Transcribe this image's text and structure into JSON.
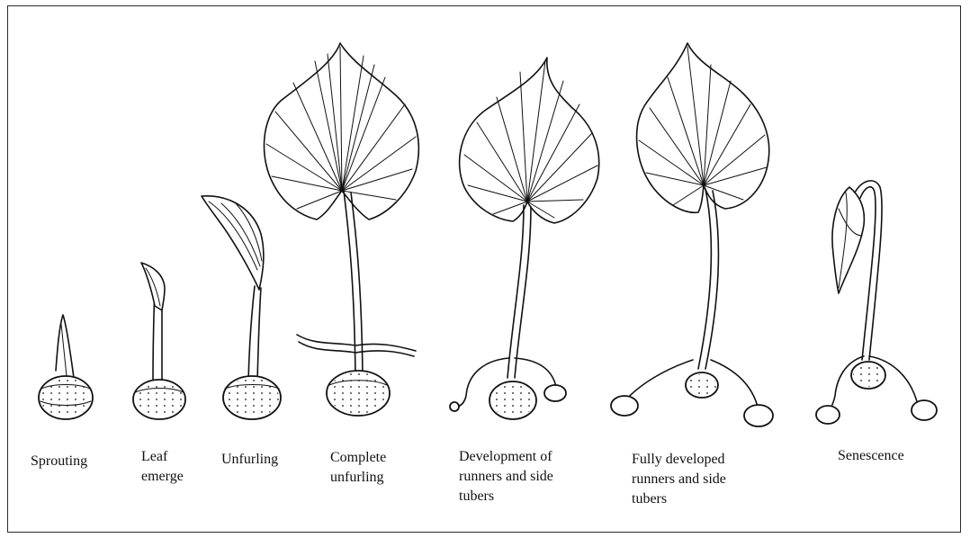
{
  "figure": {
    "stages": [
      {
        "id": "sprouting",
        "label": "Sprouting"
      },
      {
        "id": "leaf-emerge",
        "label": "Leaf\nemerge"
      },
      {
        "id": "unfurling",
        "label": "Unfurling"
      },
      {
        "id": "complete-unfurling",
        "label": "Complete\nunfurling"
      },
      {
        "id": "development-runners",
        "label": "Development of\nrunners and side\ntubers"
      },
      {
        "id": "fully-developed-runners",
        "label": "Fully developed\nrunners and side\ntubers"
      },
      {
        "id": "senescence",
        "label": "Senescence"
      }
    ],
    "colors": {
      "ink": "#111111",
      "border": "#2a2a2a",
      "background": "#ffffff"
    }
  }
}
